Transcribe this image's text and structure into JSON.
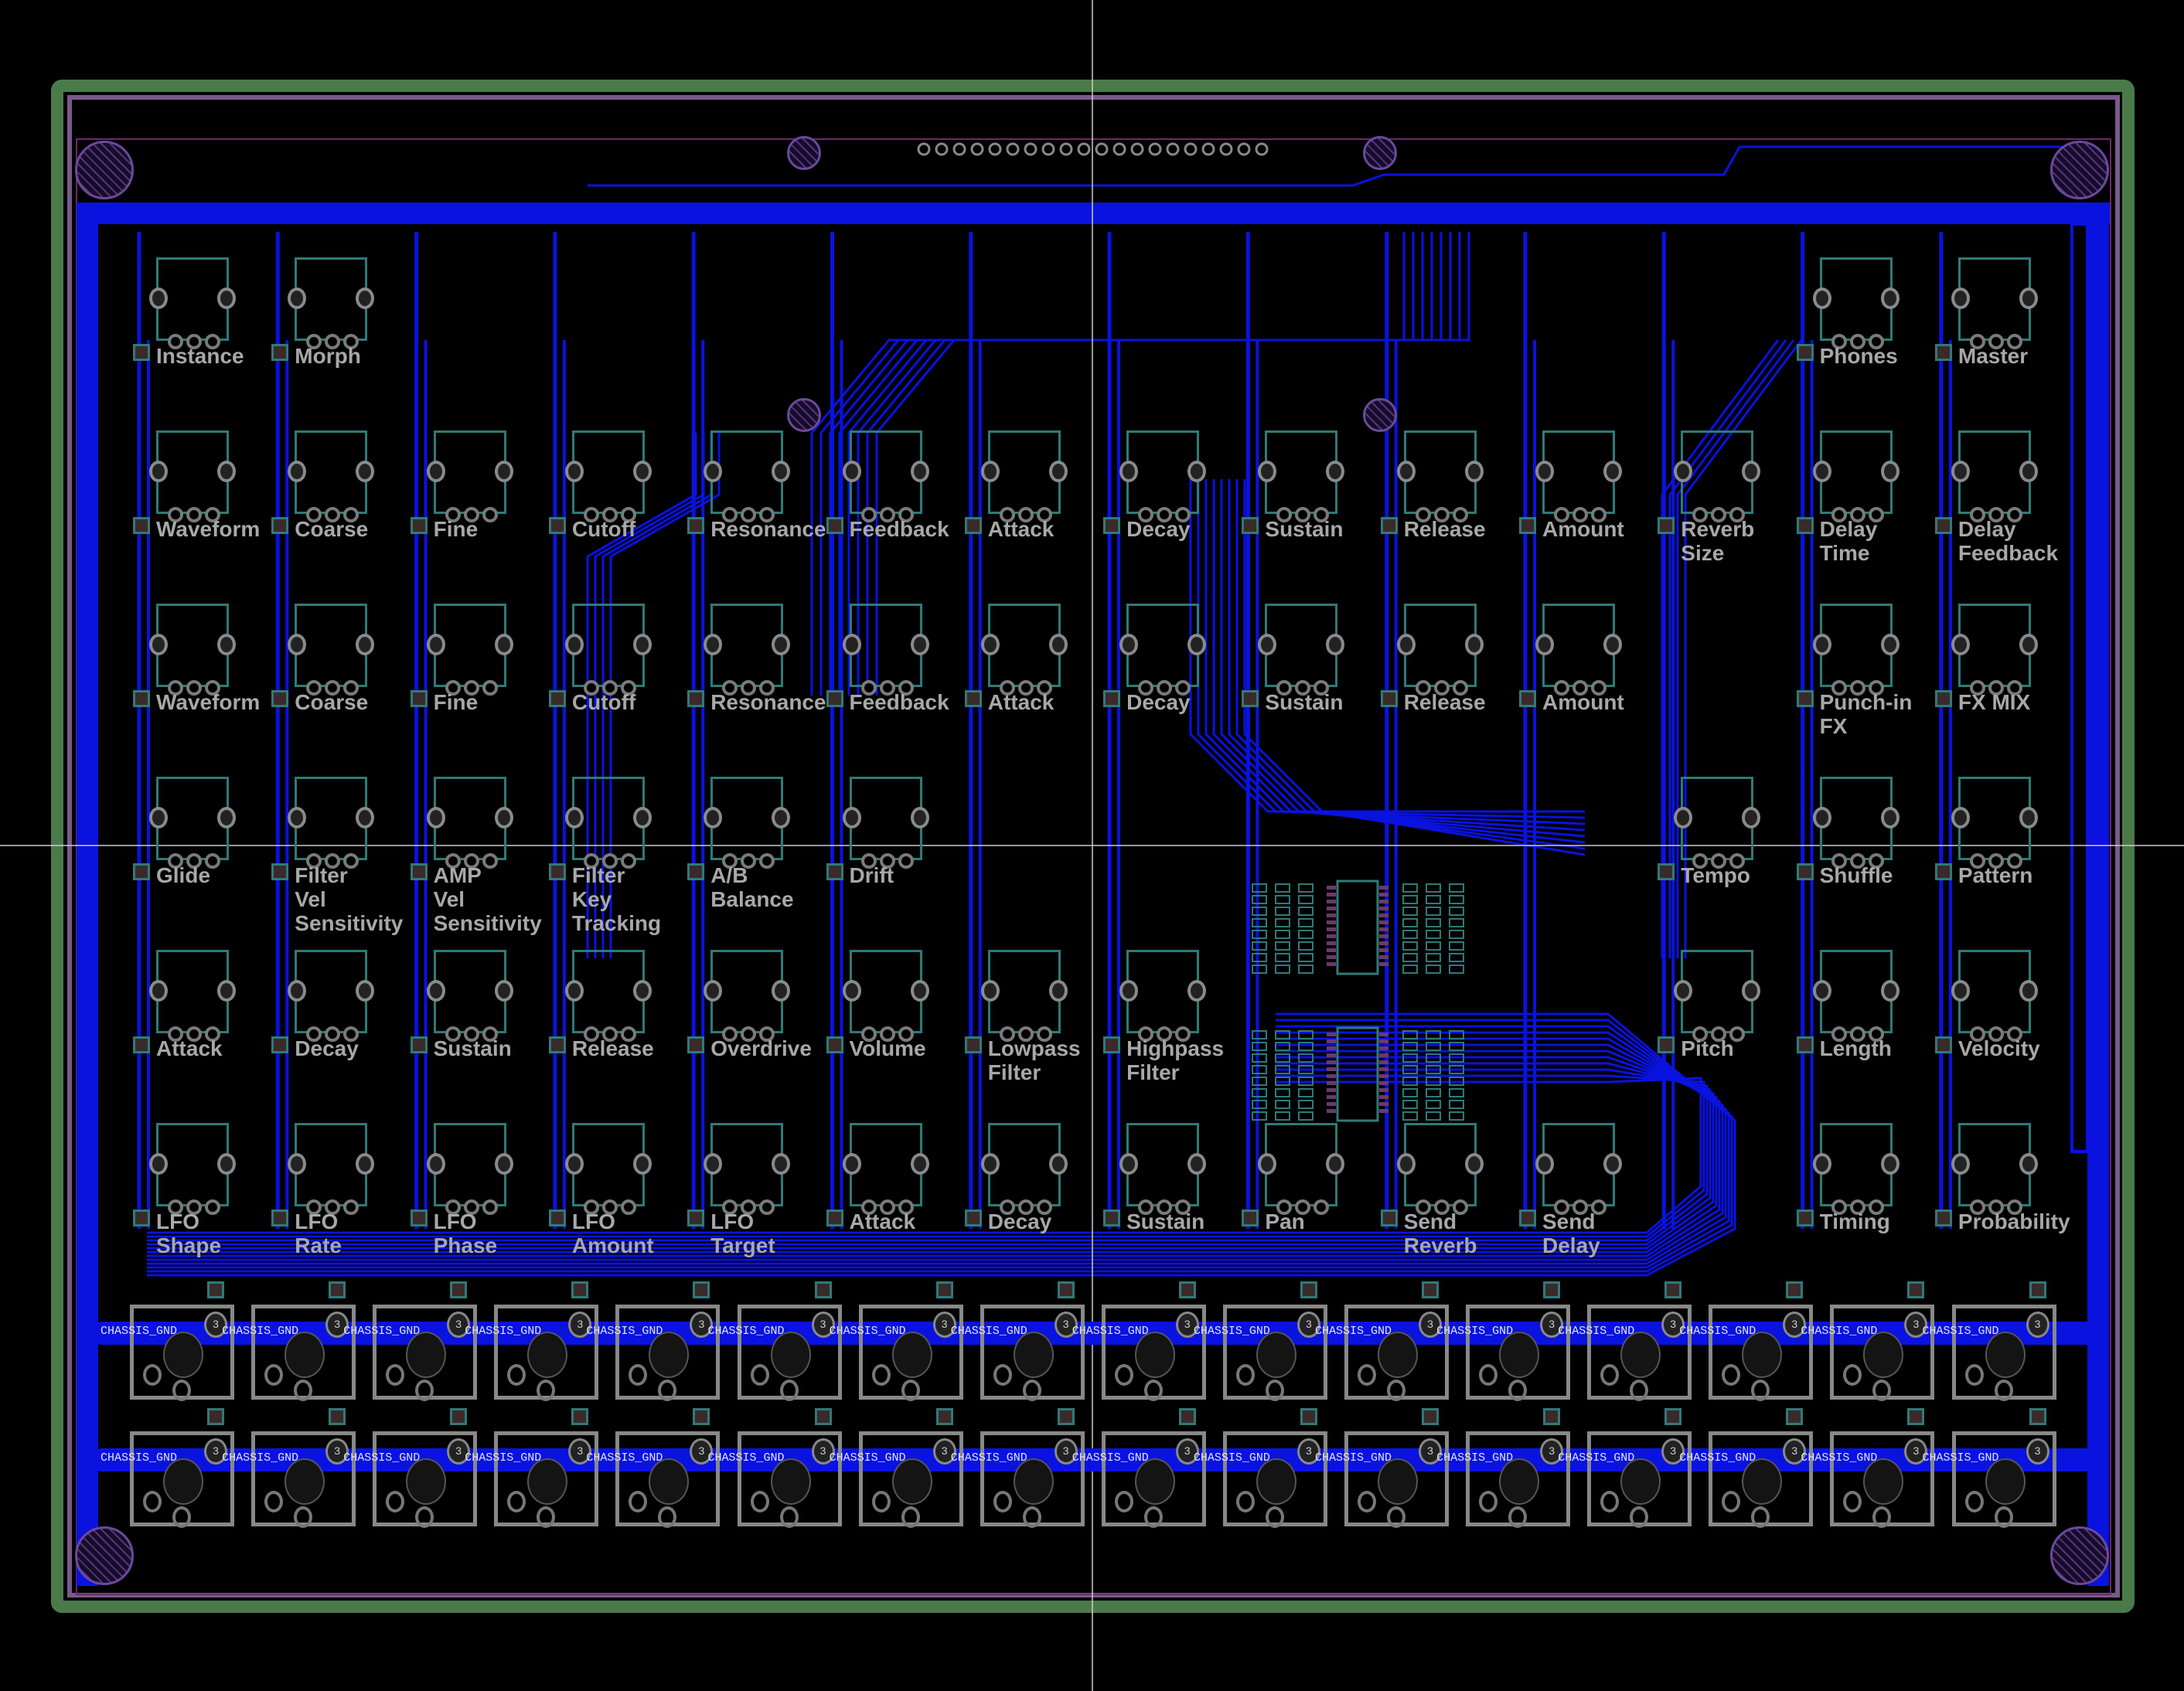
{
  "colors": {
    "board_edge": "#4a7a4a",
    "outline": "#7a5a8a",
    "copper": "#0a12e0",
    "silk": "#a8a8a8",
    "footprint": "#2f7a78"
  },
  "pots": [
    {
      "row": 0,
      "col": 0,
      "label": [
        "Instance"
      ]
    },
    {
      "row": 0,
      "col": 1,
      "label": [
        "Morph"
      ]
    },
    {
      "row": 0,
      "col": 12,
      "label": [
        "Phones"
      ]
    },
    {
      "row": 0,
      "col": 13,
      "label": [
        "Master"
      ]
    },
    {
      "row": 1,
      "col": 0,
      "label": [
        "Waveform"
      ]
    },
    {
      "row": 1,
      "col": 1,
      "label": [
        "Coarse"
      ]
    },
    {
      "row": 1,
      "col": 2,
      "label": [
        "Fine"
      ]
    },
    {
      "row": 1,
      "col": 3,
      "label": [
        "Cutoff"
      ]
    },
    {
      "row": 1,
      "col": 4,
      "label": [
        "Resonance"
      ]
    },
    {
      "row": 1,
      "col": 5,
      "label": [
        "Feedback"
      ]
    },
    {
      "row": 1,
      "col": 6,
      "label": [
        "Attack"
      ]
    },
    {
      "row": 1,
      "col": 7,
      "label": [
        "Decay"
      ]
    },
    {
      "row": 1,
      "col": 8,
      "label": [
        "Sustain"
      ]
    },
    {
      "row": 1,
      "col": 9,
      "label": [
        "Release"
      ]
    },
    {
      "row": 1,
      "col": 10,
      "label": [
        "Amount"
      ]
    },
    {
      "row": 1,
      "col": 11,
      "label": [
        "Reverb",
        "Size"
      ]
    },
    {
      "row": 1,
      "col": 12,
      "label": [
        "Delay",
        "Time"
      ]
    },
    {
      "row": 1,
      "col": 13,
      "label": [
        "Delay",
        "Feedback"
      ]
    },
    {
      "row": 2,
      "col": 0,
      "label": [
        "Waveform"
      ]
    },
    {
      "row": 2,
      "col": 1,
      "label": [
        "Coarse"
      ]
    },
    {
      "row": 2,
      "col": 2,
      "label": [
        "Fine"
      ]
    },
    {
      "row": 2,
      "col": 3,
      "label": [
        "Cutoff"
      ]
    },
    {
      "row": 2,
      "col": 4,
      "label": [
        "Resonance"
      ]
    },
    {
      "row": 2,
      "col": 5,
      "label": [
        "Feedback"
      ]
    },
    {
      "row": 2,
      "col": 6,
      "label": [
        "Attack"
      ]
    },
    {
      "row": 2,
      "col": 7,
      "label": [
        "Decay"
      ]
    },
    {
      "row": 2,
      "col": 8,
      "label": [
        "Sustain"
      ]
    },
    {
      "row": 2,
      "col": 9,
      "label": [
        "Release"
      ]
    },
    {
      "row": 2,
      "col": 10,
      "label": [
        "Amount"
      ]
    },
    {
      "row": 2,
      "col": 12,
      "label": [
        "Punch-in",
        "FX"
      ]
    },
    {
      "row": 2,
      "col": 13,
      "label": [
        "FX MIX"
      ]
    },
    {
      "row": 3,
      "col": 0,
      "label": [
        "Glide"
      ]
    },
    {
      "row": 3,
      "col": 1,
      "label": [
        "Filter",
        "Vel",
        "Sensitivity"
      ]
    },
    {
      "row": 3,
      "col": 2,
      "label": [
        "AMP",
        "Vel",
        "Sensitivity"
      ]
    },
    {
      "row": 3,
      "col": 3,
      "label": [
        "Filter",
        "Key",
        "Tracking"
      ]
    },
    {
      "row": 3,
      "col": 4,
      "label": [
        "A/B",
        "Balance"
      ]
    },
    {
      "row": 3,
      "col": 5,
      "label": [
        "Drift"
      ]
    },
    {
      "row": 3,
      "col": 11,
      "label": [
        "Tempo"
      ]
    },
    {
      "row": 3,
      "col": 12,
      "label": [
        "Shuffle"
      ]
    },
    {
      "row": 3,
      "col": 13,
      "label": [
        "Pattern"
      ]
    },
    {
      "row": 4,
      "col": 0,
      "label": [
        "Attack"
      ]
    },
    {
      "row": 4,
      "col": 1,
      "label": [
        "Decay"
      ]
    },
    {
      "row": 4,
      "col": 2,
      "label": [
        "Sustain"
      ]
    },
    {
      "row": 4,
      "col": 3,
      "label": [
        "Release"
      ]
    },
    {
      "row": 4,
      "col": 4,
      "label": [
        "Overdrive"
      ]
    },
    {
      "row": 4,
      "col": 5,
      "label": [
        "Volume"
      ]
    },
    {
      "row": 4,
      "col": 6,
      "label": [
        "Lowpass",
        "Filter"
      ]
    },
    {
      "row": 4,
      "col": 7,
      "label": [
        "Highpass",
        "Filter"
      ]
    },
    {
      "row": 4,
      "col": 11,
      "label": [
        "Pitch"
      ]
    },
    {
      "row": 4,
      "col": 12,
      "label": [
        "Length"
      ]
    },
    {
      "row": 4,
      "col": 13,
      "label": [
        "Velocity"
      ]
    },
    {
      "row": 5,
      "col": 0,
      "label": [
        "LFO",
        "Shape"
      ]
    },
    {
      "row": 5,
      "col": 1,
      "label": [
        "LFO",
        "Rate"
      ]
    },
    {
      "row": 5,
      "col": 2,
      "label": [
        "LFO",
        "Phase"
      ]
    },
    {
      "row": 5,
      "col": 3,
      "label": [
        "LFO",
        "Amount"
      ]
    },
    {
      "row": 5,
      "col": 4,
      "label": [
        "LFO",
        "Target"
      ]
    },
    {
      "row": 5,
      "col": 5,
      "label": [
        "Attack"
      ]
    },
    {
      "row": 5,
      "col": 6,
      "label": [
        "Decay"
      ]
    },
    {
      "row": 5,
      "col": 7,
      "label": [
        "Sustain"
      ]
    },
    {
      "row": 5,
      "col": 8,
      "label": [
        "Pan"
      ]
    },
    {
      "row": 5,
      "col": 9,
      "label": [
        "Send",
        "Reverb"
      ]
    },
    {
      "row": 5,
      "col": 10,
      "label": [
        "Send",
        "Delay"
      ]
    },
    {
      "row": 5,
      "col": 12,
      "label": [
        "Timing"
      ]
    },
    {
      "row": 5,
      "col": 13,
      "label": [
        "Probability"
      ]
    }
  ],
  "jacks": {
    "rows": 2,
    "per_row": 16,
    "net_label": "CHASSIS_GND",
    "pin_number": "3"
  }
}
